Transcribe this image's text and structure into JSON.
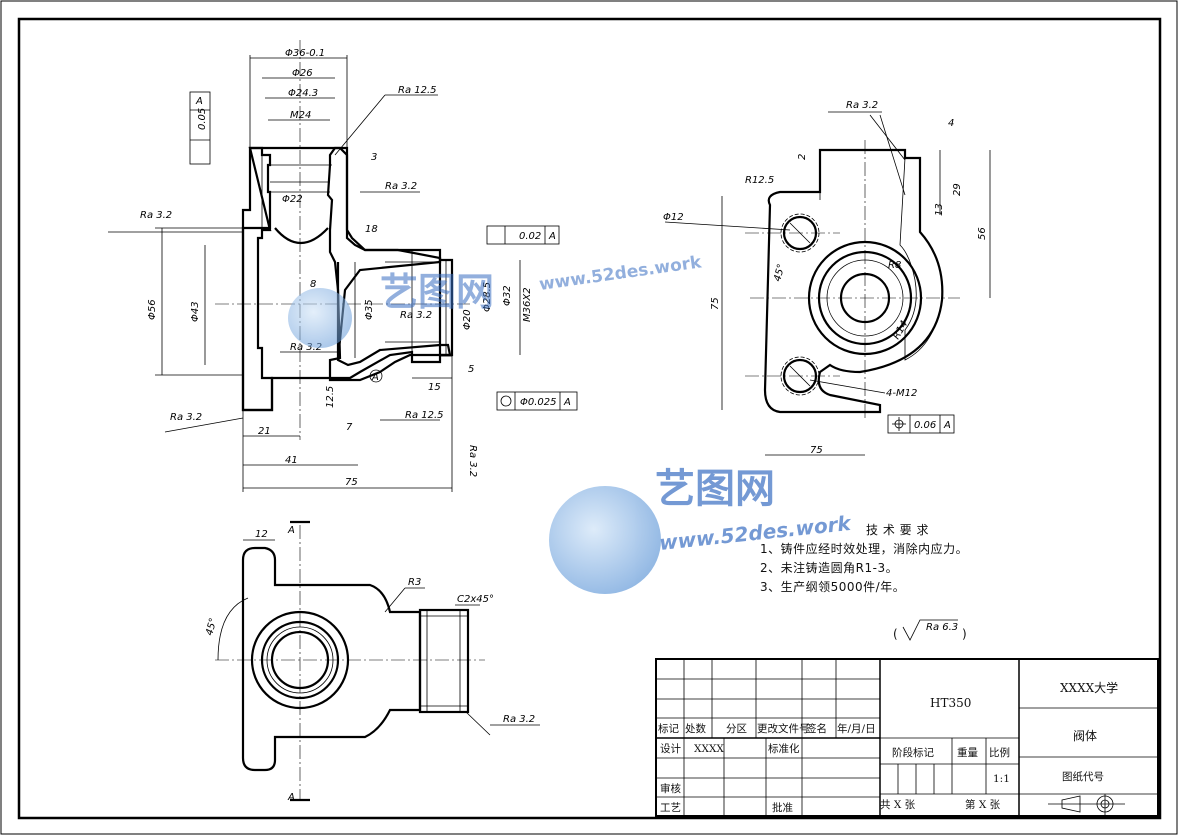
{
  "drawing": {
    "title_block": {
      "material": "HT350",
      "school": "XXXX大学",
      "part_name": "阀体",
      "drawing_no_label": "图纸代号",
      "stage_label": "阶段标记",
      "weight_label": "重量",
      "scale_label": "比例",
      "scale_value": "1:1",
      "total_sheets": "共 X 张",
      "sheet_no": "第 X 张",
      "rev_headers": [
        "标记",
        "处数",
        "分区",
        "更改文件号",
        "签名",
        "年/月/日"
      ],
      "design_label": "设计",
      "designer": "XXXX",
      "standardize_label": "标准化",
      "review_label": "审核",
      "process_label": "工艺",
      "approve_label": "批准"
    },
    "tech_requirements": {
      "title": "技 术 要 求",
      "items": [
        "1、铸件应经时效处理，消除内应力。",
        "2、未注铸造圆角R1-3。",
        "3、生产纲领5000件/年。"
      ]
    },
    "general_roughness": "Ra 6.3",
    "watermark": {
      "brand": "艺图网",
      "url": "www.52des.work"
    },
    "section_labels": {
      "a": "A"
    },
    "dimensions": {
      "d36": "Φ36-0.1",
      "d26": "Φ26",
      "d24_3": "Φ24.3",
      "m24": "M24",
      "d22": "Φ22",
      "ra12_5": "Ra 12.5",
      "ra3_2": "Ra 3.2",
      "d56": "Φ56",
      "d43": "Φ43",
      "d35": "Φ35",
      "d20": "Φ20",
      "d28_5": "Φ28.5",
      "d32": "Φ32",
      "m36": "M36X2",
      "n8": "8",
      "n3": "3",
      "n18": "18",
      "n5": "5",
      "n15": "15",
      "n12_5": "12.5",
      "n7": "7",
      "n21": "21",
      "n41": "41",
      "n75": "75",
      "n4": "4",
      "n29": "29",
      "n56": "56",
      "n13": "13",
      "n2": "2",
      "r12_5": "R12.5",
      "d12": "Φ12",
      "deg45": "45°",
      "m12": "4-M12",
      "n12": "12",
      "r3": "R3",
      "c2": "C2x45°",
      "tol_perp": "0.05",
      "tol_par": "0.02",
      "tol_conc": "Φ0.025",
      "tol_pos": "0.06",
      "datum": "A",
      "r8": "R8",
      "r14": "R14"
    }
  }
}
